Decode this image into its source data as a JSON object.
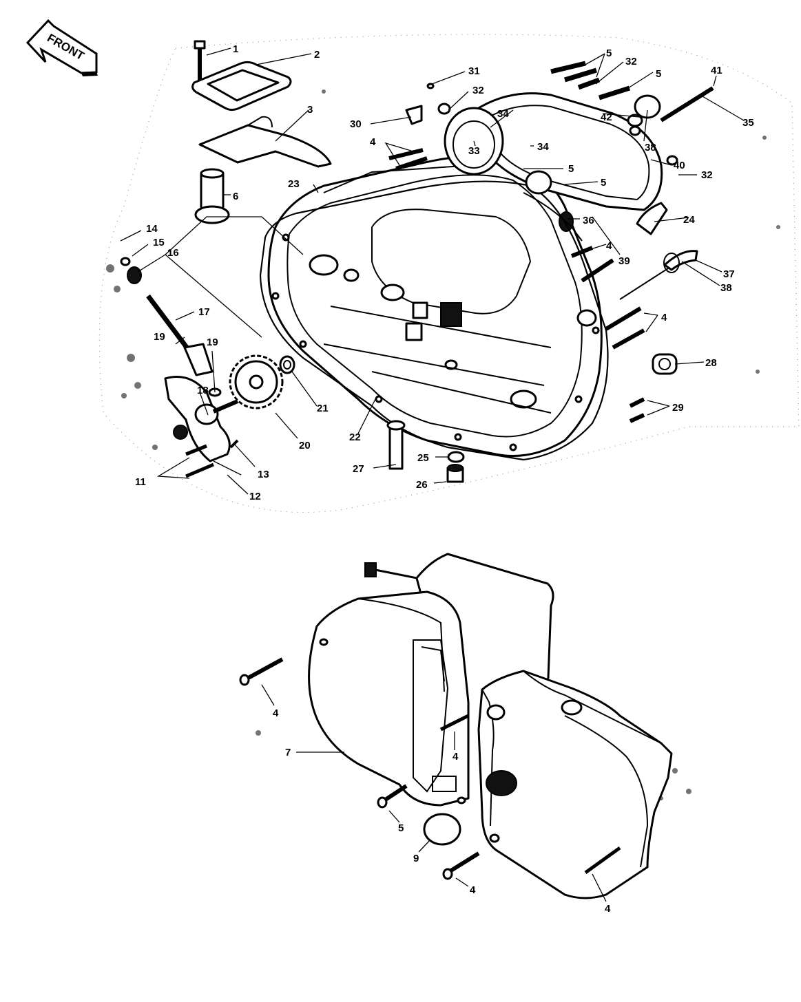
{
  "front_label": "FRONT",
  "callouts": [
    {
      "id": "c1",
      "text": "1"
    },
    {
      "id": "c2",
      "text": "2"
    },
    {
      "id": "c3",
      "text": "3"
    },
    {
      "id": "c4a",
      "text": "4"
    },
    {
      "id": "c4b",
      "text": "4"
    },
    {
      "id": "c4c",
      "text": "4"
    },
    {
      "id": "c4d",
      "text": "4"
    },
    {
      "id": "c4e",
      "text": "4"
    },
    {
      "id": "c4f",
      "text": "4"
    },
    {
      "id": "c4g",
      "text": "4"
    },
    {
      "id": "c5a",
      "text": "5"
    },
    {
      "id": "c5b",
      "text": "5"
    },
    {
      "id": "c5c",
      "text": "5"
    },
    {
      "id": "c5d",
      "text": "5"
    },
    {
      "id": "c5e",
      "text": "5"
    },
    {
      "id": "c6",
      "text": "6"
    },
    {
      "id": "c7",
      "text": "7"
    },
    {
      "id": "c9",
      "text": "9"
    },
    {
      "id": "c11",
      "text": "11"
    },
    {
      "id": "c12",
      "text": "12"
    },
    {
      "id": "c13",
      "text": "13"
    },
    {
      "id": "c14",
      "text": "14"
    },
    {
      "id": "c15",
      "text": "15"
    },
    {
      "id": "c16",
      "text": "16"
    },
    {
      "id": "c17",
      "text": "17"
    },
    {
      "id": "c18",
      "text": "18"
    },
    {
      "id": "c19a",
      "text": "19"
    },
    {
      "id": "c19b",
      "text": "19"
    },
    {
      "id": "c20",
      "text": "20"
    },
    {
      "id": "c21",
      "text": "21"
    },
    {
      "id": "c22",
      "text": "22"
    },
    {
      "id": "c23",
      "text": "23"
    },
    {
      "id": "c24",
      "text": "24"
    },
    {
      "id": "c25",
      "text": "25"
    },
    {
      "id": "c26",
      "text": "26"
    },
    {
      "id": "c27",
      "text": "27"
    },
    {
      "id": "c28",
      "text": "28"
    },
    {
      "id": "c29",
      "text": "29"
    },
    {
      "id": "c30",
      "text": "30"
    },
    {
      "id": "c31",
      "text": "31"
    },
    {
      "id": "c32a",
      "text": "32"
    },
    {
      "id": "c32b",
      "text": "32"
    },
    {
      "id": "c32c",
      "text": "32"
    },
    {
      "id": "c33",
      "text": "33"
    },
    {
      "id": "c34a",
      "text": "34"
    },
    {
      "id": "c34b",
      "text": "34"
    },
    {
      "id": "c35",
      "text": "35"
    },
    {
      "id": "c36",
      "text": "36"
    },
    {
      "id": "c37",
      "text": "37"
    },
    {
      "id": "c38a",
      "text": "38"
    },
    {
      "id": "c38b",
      "text": "38"
    },
    {
      "id": "c39",
      "text": "39"
    },
    {
      "id": "c40",
      "text": "40"
    },
    {
      "id": "c41",
      "text": "41"
    },
    {
      "id": "c42",
      "text": "42"
    }
  ]
}
